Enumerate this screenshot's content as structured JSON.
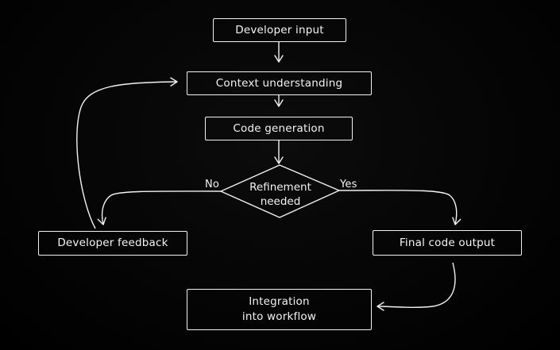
{
  "nodes": {
    "developer_input": "Developer input",
    "context_understanding": "Context understanding",
    "code_generation": "Code generation",
    "refinement_needed": "Refinement\nneeded",
    "developer_feedback": "Developer feedback",
    "final_code_output": "Final code output",
    "integration": "Integration\ninto workflow"
  },
  "edge_labels": {
    "no": "No",
    "yes": "Yes"
  },
  "colors": {
    "background": "#000000",
    "stroke": "#f2f2f2"
  }
}
